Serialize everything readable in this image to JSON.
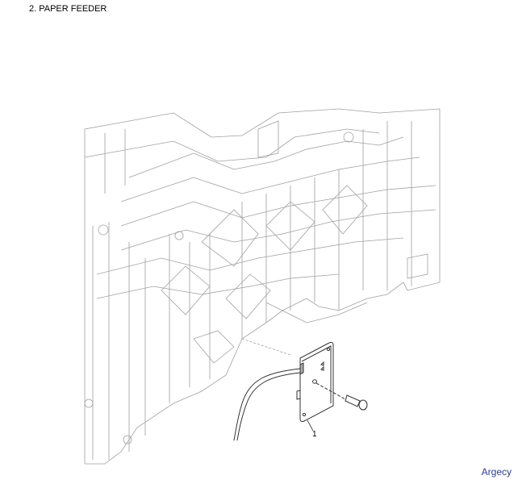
{
  "header": {
    "title": "2. PAPER FEEDER"
  },
  "diagram": {
    "callouts": [
      {
        "number": "1"
      }
    ],
    "colors": {
      "line": "#9a9a9a",
      "part": "#333333"
    }
  },
  "footer": {
    "brand": "Argecy"
  }
}
